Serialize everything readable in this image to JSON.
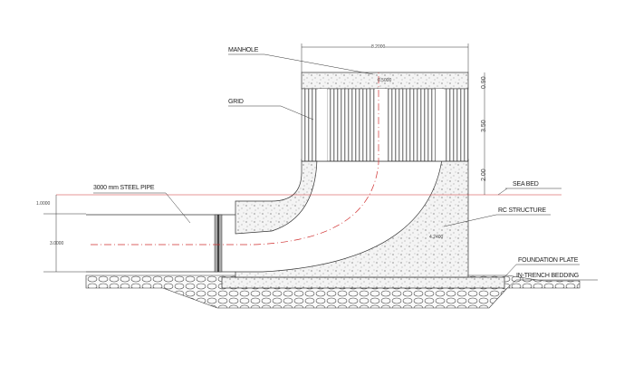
{
  "labels": {
    "manhole": "MANHOLE",
    "grid": "GRID",
    "steel_pipe": "3000 mm STEEL PIPE",
    "sea_bed": "SEA BED",
    "rc_structure": "RC STRUCTURE",
    "foundation_plate": "FOUNDATION PLATE",
    "in_trench_bedding": "IN-TRENCH BEDDING"
  },
  "dimensions": {
    "width": "8.2000",
    "manhole_opening": "0.5000",
    "slab": "0.90",
    "grid_height": "3.50",
    "wall_above_seabed": "2.00",
    "cover": "1.0000",
    "pipe_diameter": "3.0000",
    "wall": "4.2400"
  },
  "colors": {
    "line": "#333333",
    "centerline": "#d03030",
    "concrete": "#f2f2f2"
  }
}
